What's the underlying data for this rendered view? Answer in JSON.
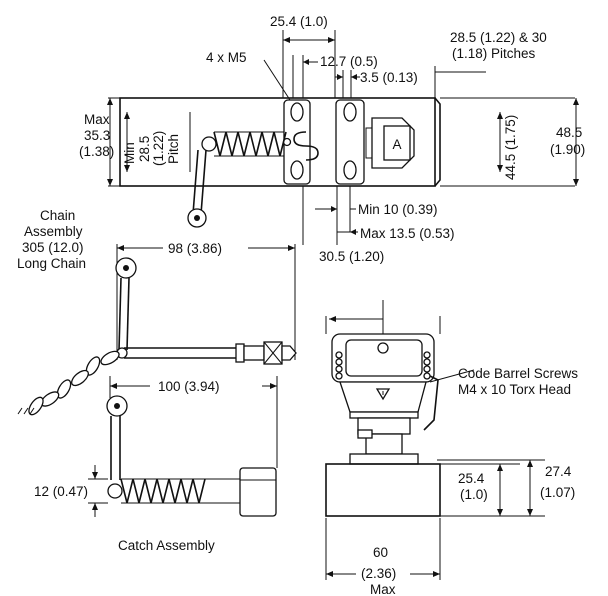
{
  "labels": {
    "pitch_25": "25.4 (1.0)",
    "pitches_a": "28.5 (1.22) & 30",
    "pitches_b": "(1.18) Pitches",
    "screws": "4 x M5",
    "d12_7": "12.7 (0.5)",
    "d3_5": "3.5 (0.13)",
    "max_word": "Max",
    "max_35": "35.3",
    "max_138": "(1.38)",
    "min_word": "Min",
    "min_285": "28.5",
    "min_122": "(1.22)",
    "pitch_word": "Pitch",
    "key_letter": "A",
    "h44_5": "44.5 (1.75)",
    "h48_5": "48.5",
    "h1_90": "(1.90)",
    "min10": "Min 10 (0.39)",
    "max13_5": "Max 13.5 (0.53)",
    "w30_5": "30.5 (1.20)",
    "chain_a": "Chain",
    "chain_b": "Assembly",
    "chain_c": "305 (12.0)",
    "chain_d": "Long Chain",
    "l98": "98 (3.86)",
    "l100": "100 (3.94)",
    "d12": "12 (0.47)",
    "catch": "Catch Assembly",
    "cb_a": "Code Barrel Screws",
    "cb_b": "M4 x 10 Torx Head",
    "h25_4": "25.4",
    "h1_0": "(1.0)",
    "h27_4": "27.4",
    "h1_07": "(1.07)",
    "w60": "60",
    "w2_36": "(2.36)",
    "w_max": "Max"
  },
  "icons": [
    "spring-icon",
    "chain-icon",
    "key-tag-icon",
    "warning-triangle-icon"
  ]
}
